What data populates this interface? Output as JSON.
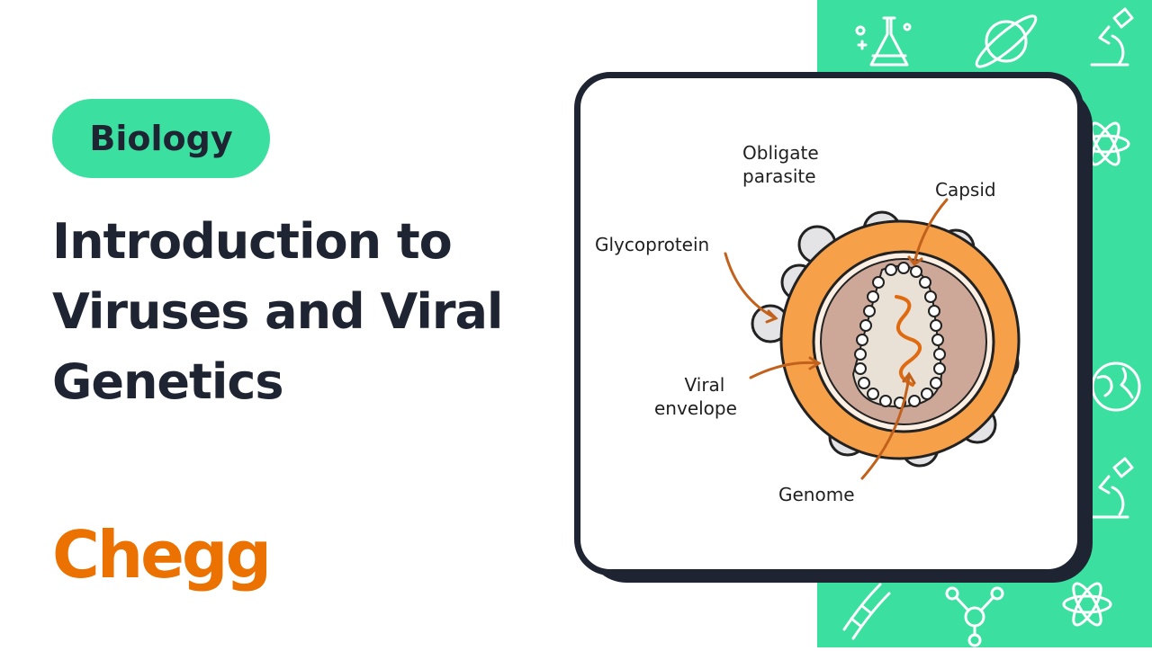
{
  "badge": {
    "label": "Biology"
  },
  "title": {
    "lines": [
      "Introduction to",
      "Viruses and Viral",
      "Genetics"
    ]
  },
  "brand": {
    "logo_text": "Chegg"
  },
  "diagram": {
    "labels": {
      "obligate": [
        "Obligate",
        "parasite"
      ],
      "capsid": "Capsid",
      "glycoprotein": "Glycoprotein",
      "envelope": [
        "Viral",
        "envelope"
      ],
      "genome": "Genome"
    }
  },
  "colors": {
    "accent_green": "#3be0a0",
    "brand_orange": "#eb7100",
    "text_dark": "#1f2433"
  }
}
